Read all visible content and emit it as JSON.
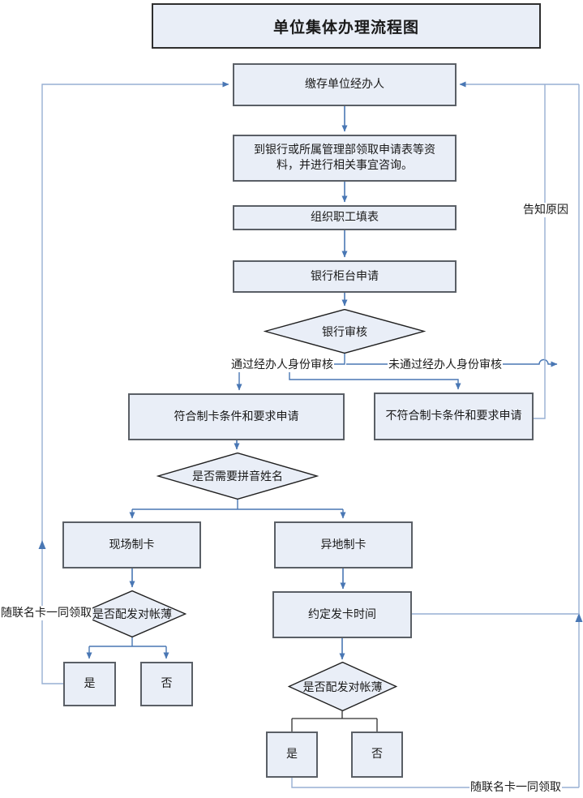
{
  "title": "单位集体办理流程图",
  "nodes": {
    "handler": {
      "label": "缴存单位经办人"
    },
    "get_forms": {
      "label": "到银行或所属管理部领取申请表等资料，并进行相关事宜咨询。"
    },
    "fill_forms": {
      "label": "组织职工填表"
    },
    "counter_apply": {
      "label": "银行柜台申请"
    },
    "bank_review": {
      "label": "银行审核"
    },
    "qualified": {
      "label": "符合制卡条件和要求申请"
    },
    "unqualified": {
      "label": "不符合制卡条件和要求申请"
    },
    "need_pinyin": {
      "label": "是否需要拼音姓名"
    },
    "onsite_card": {
      "label": "现场制卡"
    },
    "offsite_card": {
      "label": "异地制卡"
    },
    "passbook_left": {
      "label": "是否配发对帐薄"
    },
    "yes_left": {
      "label": "是"
    },
    "no_left": {
      "label": "否"
    },
    "schedule_time": {
      "label": "约定发卡时间"
    },
    "passbook_right": {
      "label": "是否配发对帐薄"
    },
    "yes_right": {
      "label": "是"
    },
    "no_right": {
      "label": "否"
    }
  },
  "edge_labels": {
    "pass": "通过经办人身份审核",
    "fail": "未通过经办人身份审核",
    "notify_reason": "告知原因",
    "pickup_left": "随联名卡一同领取",
    "pickup_bottom": "随联名卡一同领取"
  },
  "colors": {
    "node_fill": "#e9eef7",
    "node_border": "#5a5f66",
    "diamond_border": "#1f1f1f",
    "flow_blue": "#4977b4",
    "return_blue": "#97afd3",
    "dark_line": "#2f2f2f"
  }
}
